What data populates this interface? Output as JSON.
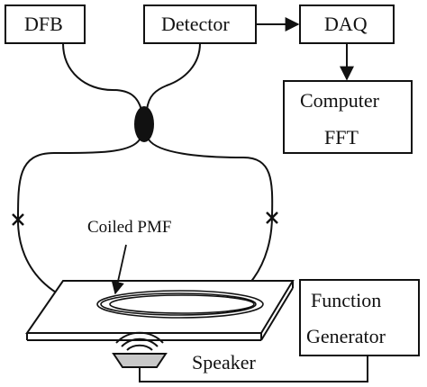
{
  "blocks": {
    "dfb": "DFB",
    "detector": "Detector",
    "daq": "DAQ",
    "computer_line1": "Computer",
    "computer_line2": "FFT",
    "function_line1": "Function",
    "function_line2": "Generator"
  },
  "labels": {
    "coiled_pmf": "Coiled PMF",
    "speaker": "Speaker",
    "splice_mark_left": "×",
    "splice_mark_right": "×"
  },
  "colors": {
    "stroke": "#111111",
    "coupler_fill": "#111111",
    "speaker_fill": "#c8c8c8",
    "background": "#ffffff"
  }
}
